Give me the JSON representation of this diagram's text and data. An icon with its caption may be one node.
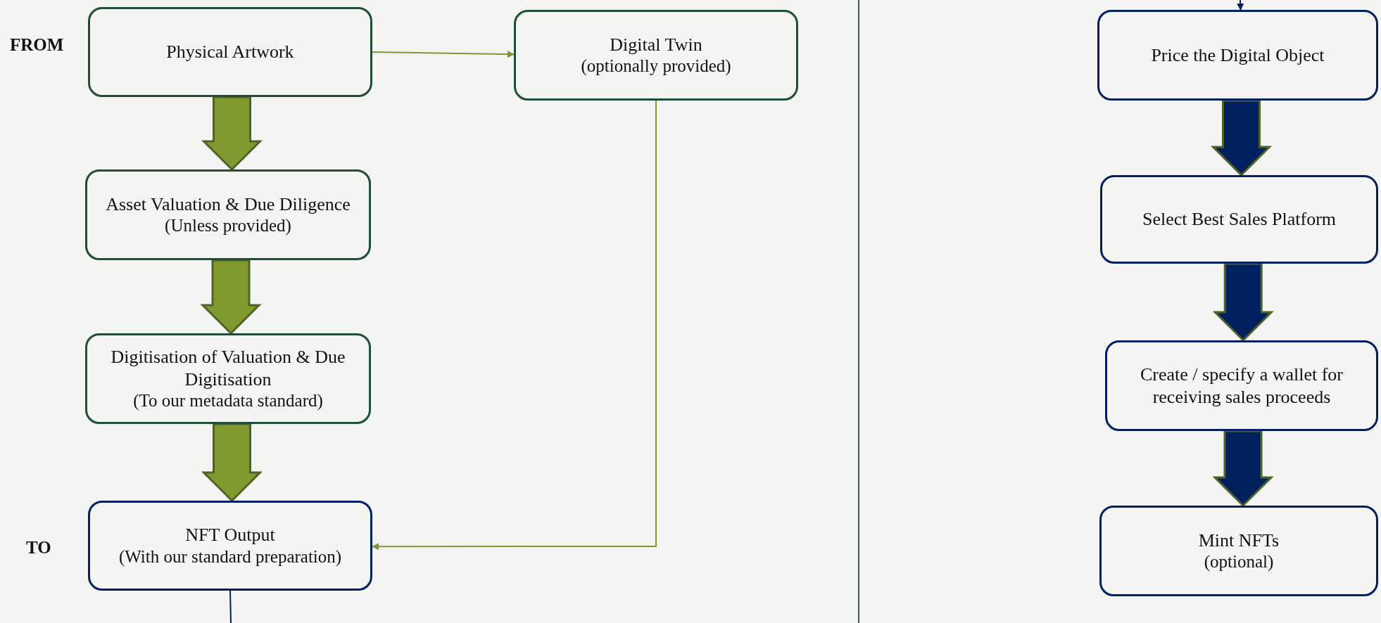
{
  "diagram": {
    "nodes": [
      {
        "text": [
          "Physical Artwork"
        ]
      },
      {
        "text": [
          "Digital Twin",
          "(optionally provided)"
        ]
      },
      {
        "text": [
          "Asset Valuation & Due Diligence",
          "(Unless provided)"
        ]
      },
      {
        "text": [
          "Digitisation of Valuation & Due Digitisation",
          "(To our metadata standard)"
        ]
      },
      {
        "text": [
          "NFT Output",
          "(With our standard preparation)"
        ]
      },
      {
        "text": [
          "Price the Digital Object"
        ]
      },
      {
        "text": [
          "Select Best Sales Platform"
        ]
      },
      {
        "text": [
          "Create / specify a wallet for receiving sales proceeds"
        ]
      },
      {
        "text": [
          "Mint NFTs",
          "(optional)"
        ]
      }
    ],
    "edges": [
      {
        "from": 0,
        "to": 1,
        "arrow": "to"
      },
      {
        "from": 0,
        "to": 2,
        "arrow": "to",
        "style": "thick"
      },
      {
        "from": 2,
        "to": 3,
        "arrow": "to",
        "style": "thick"
      },
      {
        "from": 3,
        "to": 4,
        "arrow": "to",
        "style": "thick"
      },
      {
        "from": 1,
        "to": 4,
        "arrow": "to"
      },
      {
        "from": 4,
        "to": null,
        "arrow": "none",
        "color": "#002060"
      },
      {
        "from": null,
        "to": 5,
        "arrow": "to",
        "color": "#002060"
      },
      {
        "from": 5,
        "to": 6,
        "arrow": "to",
        "style": "thick",
        "color": "#002060"
      },
      {
        "from": 6,
        "to": 7,
        "arrow": "to",
        "style": "thick",
        "color": "#002060"
      },
      {
        "from": 7,
        "to": 8,
        "arrow": "to",
        "style": "thick",
        "color": "#002060"
      }
    ],
    "labels": [
      "FROM",
      "TO"
    ]
  }
}
